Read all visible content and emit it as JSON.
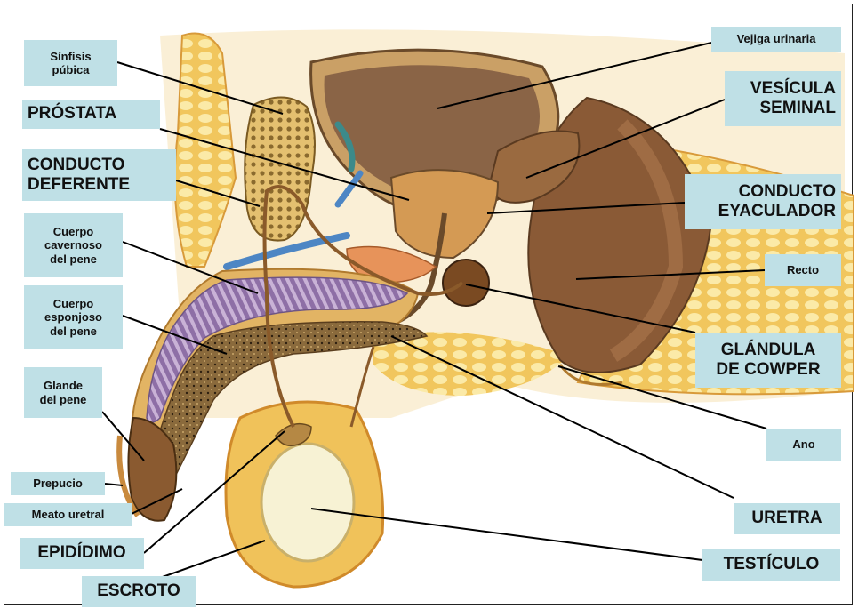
{
  "labels": {
    "sinfisis": "Sínfisis\npúbica",
    "prostata": "PRÓSTATA",
    "conducto_deferente": "CONDUCTO\nDEFERENTE",
    "cuerpo_cavernoso": "Cuerpo\ncavernoso\ndel pene",
    "cuerpo_esponjoso": "Cuerpo\nesponjoso\ndel pene",
    "glande": "Glande\ndel pene",
    "prepucio": "Prepucio",
    "meato": "Meato uretral",
    "epididimo": "EPIDÍDIMO",
    "escroto": "ESCROTO",
    "vejiga": "Vejiga urinaria",
    "vesicula": "VESÍCULA\nSEMINAL",
    "conducto_eyaculador": "CONDUCTO\nEYACULADOR",
    "recto": "Recto",
    "glandula_cowper": "GLÁNDULA\nDE COWPER",
    "ano": "Ano",
    "uretra": "URETRA",
    "testiculo": "TESTÍCULO"
  },
  "colors": {
    "label_bg": "#bfe0e6",
    "tissue": "#f4d37a",
    "tissue_dark": "#e3b24f",
    "bladder": "#8a6446",
    "corpus": "#a68db5",
    "spongy": "#7a5a33",
    "blue": "#4d86c4",
    "rectum": "#8a5a36"
  }
}
